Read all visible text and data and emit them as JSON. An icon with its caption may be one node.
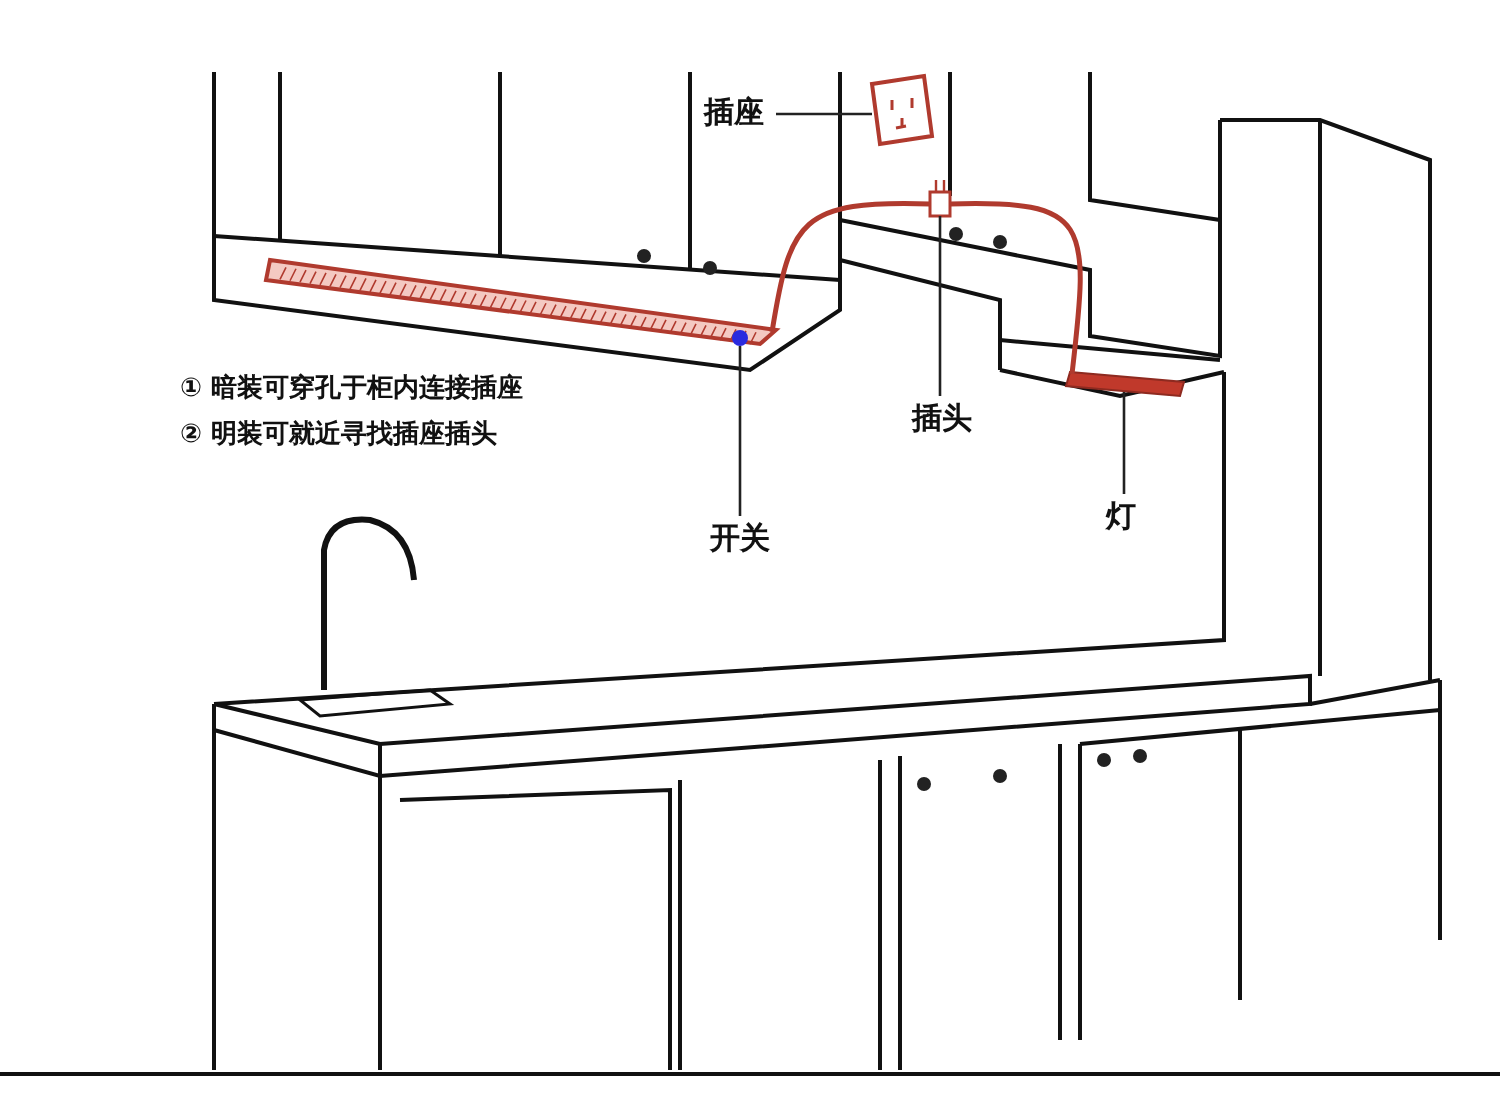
{
  "diagram": {
    "nodes": [
      {
        "text": [
          "插座"
        ]
      },
      {
        "text": [],
        "shape": "picture"
      },
      {
        "text": [
          "插头"
        ]
      },
      {
        "text": [],
        "shape": "picture"
      },
      {
        "text": [
          "开关"
        ]
      },
      {
        "text": [],
        "shape": "circle"
      },
      {
        "text": [
          "灯"
        ]
      },
      {
        "text": [],
        "shape": "bar"
      }
    ],
    "edges": [
      {
        "from": 0,
        "to": 1,
        "arrow": "none"
      },
      {
        "from": 2,
        "to": 3,
        "arrow": "none"
      },
      {
        "from": 4,
        "to": 5,
        "arrow": "none"
      },
      {
        "from": 6,
        "to": 7,
        "arrow": "none"
      },
      {
        "from": 5,
        "to": 3,
        "arrow": "none",
        "color": "#b03a2e"
      },
      {
        "from": 3,
        "to": 7,
        "arrow": "none",
        "color": "#b03a2e"
      }
    ],
    "labels": [
      "① 暗装可穿孔于柜内连接插座",
      "② 明装可就近寻找插座插头"
    ]
  }
}
